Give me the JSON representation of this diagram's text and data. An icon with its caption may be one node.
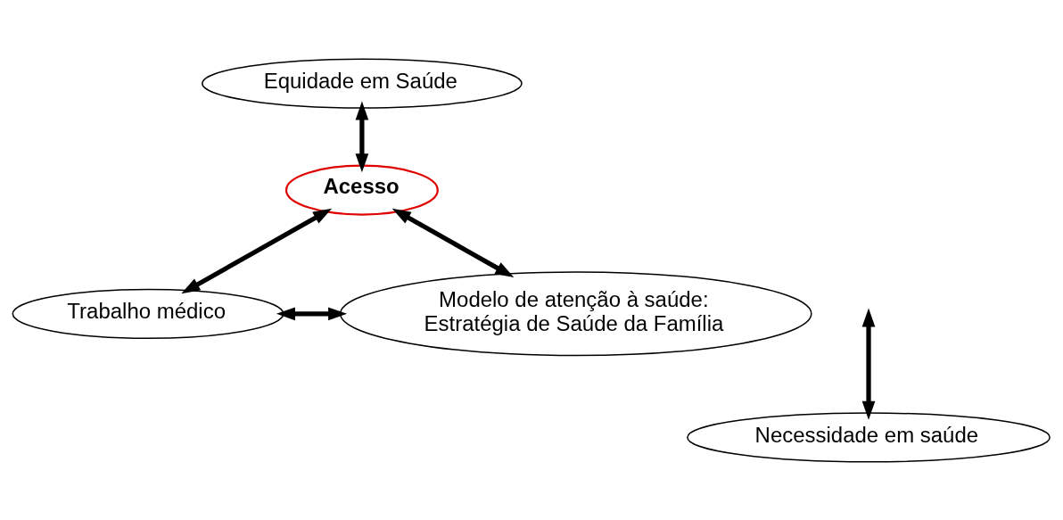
{
  "diagram": {
    "nodes": [
      {
        "text": [
          "Equidade em Saúde"
        ]
      },
      {
        "text": [
          "Acesso"
        ]
      },
      {
        "text": [
          "Trabalho médico"
        ]
      },
      {
        "text": [
          "Modelo de atenção à saúde: Estratégia de Saúde da Família"
        ]
      },
      {
        "text": [
          "Necessidade em saúde"
        ]
      }
    ],
    "edges": [
      {
        "from": 0,
        "to": 1,
        "arrow": "both"
      },
      {
        "from": 1,
        "to": 2,
        "arrow": "both"
      },
      {
        "from": 1,
        "to": 3,
        "arrow": "both"
      },
      {
        "from": 2,
        "to": 3,
        "arrow": "both"
      },
      {
        "from": null,
        "to": 4,
        "arrow": "both"
      }
    ]
  }
}
